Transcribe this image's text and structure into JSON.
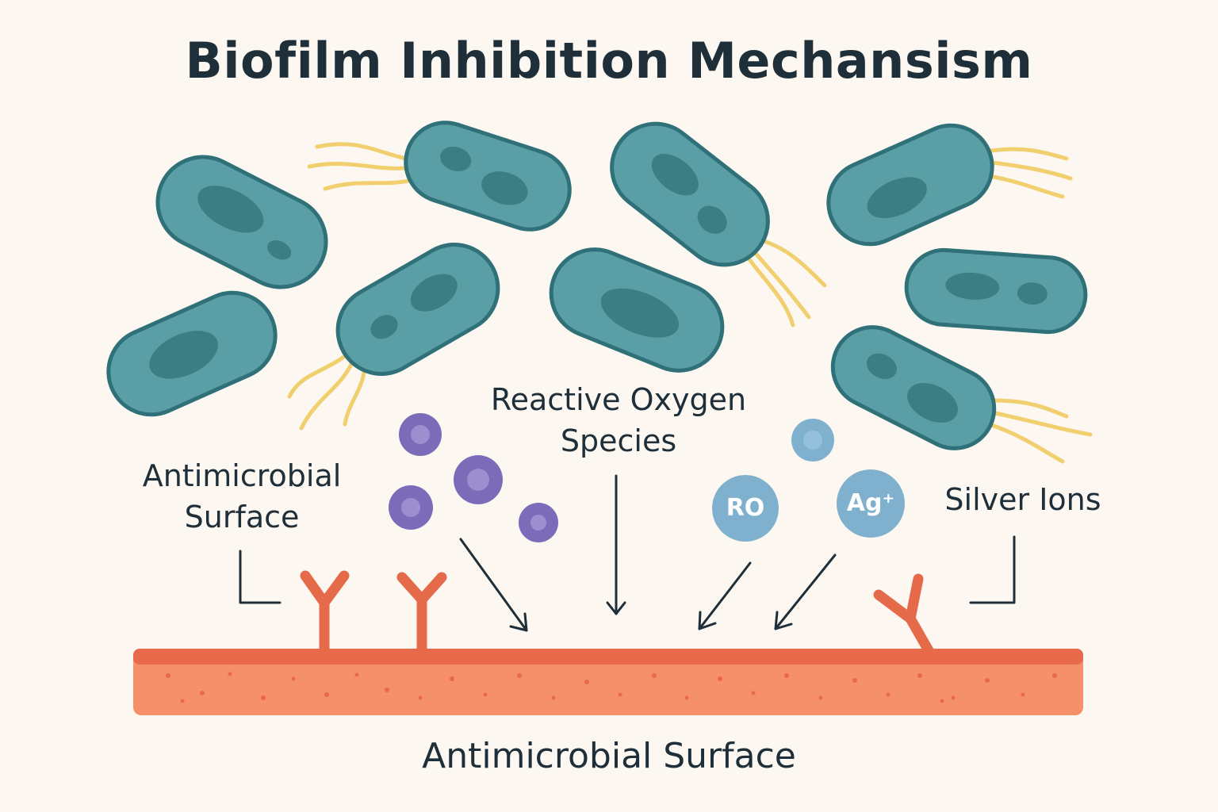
{
  "title": "Biofilm Inhibition Mechansism",
  "labels": {
    "antimicrobial_left": [
      "Antimicrobial",
      "Surface"
    ],
    "ros": [
      "Reactive Oxygen",
      "Species"
    ],
    "silver": "Silver Ions",
    "bottom": "Antimicrobial Surface"
  },
  "ions": {
    "ro": "RO",
    "ag": "Ag⁺"
  },
  "colors": {
    "background": "#fcf8f1",
    "bacteria_fill": "#5a9fa6",
    "bacteria_stroke": "#2f7079",
    "nucleus": "#3d7e84",
    "flagella": "#f2cf6e",
    "surface_top": "#e86a4a",
    "surface_body": "#f5906a",
    "receptor": "#e56a4a",
    "ros_particle": "#7b6bb8",
    "ion_particle": "#7fb1cf",
    "text": "#1f2f3a"
  }
}
